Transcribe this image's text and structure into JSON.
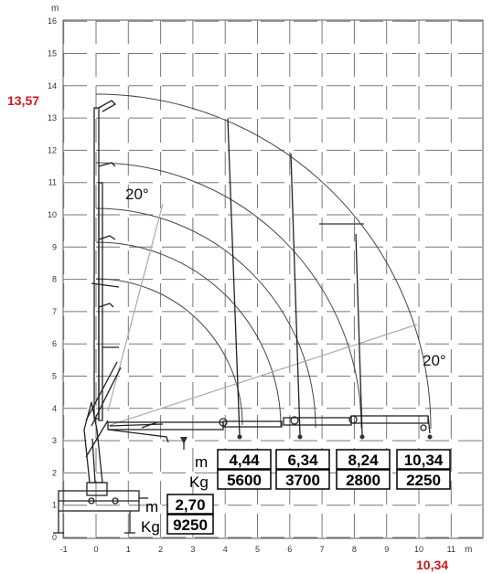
{
  "axis": {
    "y_unit": "m",
    "x_unit": "m",
    "y_ticks": [
      "0",
      "1",
      "2",
      "3",
      "4",
      "5",
      "6",
      "7",
      "8",
      "9",
      "10",
      "11",
      "12",
      "13",
      "14",
      "15",
      "16"
    ],
    "x_ticks": [
      "-1",
      "0",
      "1",
      "2",
      "3",
      "4",
      "5",
      "6",
      "7",
      "8",
      "9",
      "10",
      "11"
    ]
  },
  "max_height_label": "13,57",
  "max_reach_label": "10,34",
  "angle_labels": [
    "20°",
    "20°"
  ],
  "load_table": {
    "unit_m": "m",
    "unit_kg": "Kg",
    "points": [
      {
        "reach": "2,70",
        "load": "9250"
      },
      {
        "reach": "4,44",
        "load": "5600"
      },
      {
        "reach": "6,34",
        "load": "3700"
      },
      {
        "reach": "8,24",
        "load": "2800"
      },
      {
        "reach": "10,34",
        "load": "2250"
      }
    ]
  },
  "chart_data": {
    "type": "scatter",
    "xlim": [
      -1,
      12
    ],
    "ylim": [
      0,
      16
    ],
    "x_label": "m",
    "y_label": "m",
    "series": [
      {
        "x": [
          2.7,
          4.44,
          6.34,
          8.24,
          10.34
        ],
        "y": [
          9250,
          5600,
          3700,
          2800,
          2250
        ]
      }
    ]
  }
}
